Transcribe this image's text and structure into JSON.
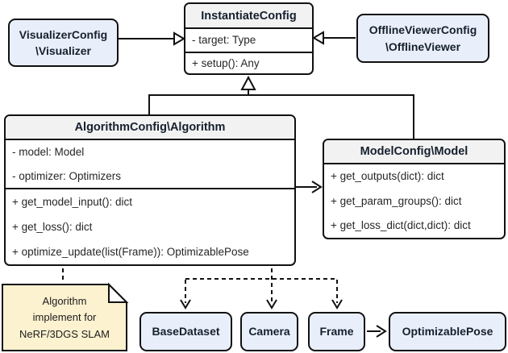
{
  "diagram": {
    "title_hint": "UML class diagram of SLAM config architecture",
    "instantiate": {
      "title": "InstantiateConfig",
      "attribute_0": "- target: Type",
      "method_0": "+ setup(): Any"
    },
    "visualizer": {
      "line1": "VisualizerConfig",
      "line2": "\\Visualizer"
    },
    "offline_viewer": {
      "line1": "OfflineViewerConfig",
      "line2": "\\OfflineViewer"
    },
    "algorithm": {
      "title": "AlgorithmConfig\\Algorithm",
      "attribute_0": "- model: Model",
      "attribute_1": "- optimizer: Optimizers",
      "method_0": "+ get_model_input(): dict",
      "method_1": "+ get_loss(): dict",
      "method_2": "+ optimize_update(list(Frame)): OptimizablePose"
    },
    "model": {
      "title": "ModelConfig\\Model",
      "method_0": "+ get_outputs(dict): dict",
      "method_1": "+ get_param_groups(): dict",
      "method_2": "+ get_loss_dict(dict,dict): dict"
    },
    "note": {
      "line_0": "Algorithm",
      "line_1": "implement for",
      "line_2": "NeRF/3DGS SLAM"
    },
    "bottom_boxes": {
      "base_dataset": "BaseDataset",
      "camera": "Camera",
      "frame": "Frame",
      "optimizable_pose": "OptimizablePose"
    },
    "colors": {
      "box_blue_fill": "#e9effa",
      "class_header_gray": "#f2f2f2",
      "note_yellow": "#fdf2d0",
      "line_black": "#111111",
      "title_text": "#15202e",
      "body_text": "#262626"
    }
  }
}
